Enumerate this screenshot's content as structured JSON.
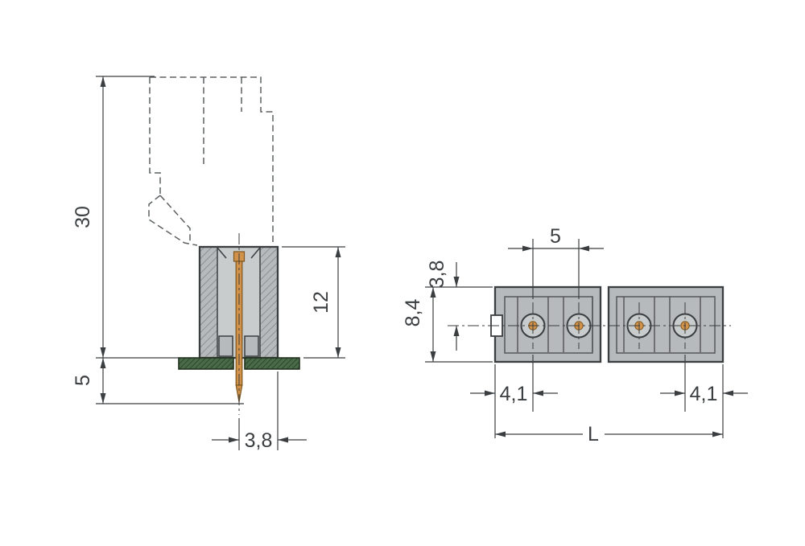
{
  "colors": {
    "line": "#3b3e40",
    "dim": "#3b3e40",
    "phantom": "#5c6062",
    "body-fill": "#b7babc",
    "body-inner": "#c9cccd",
    "hatch-line": "#7b7f82",
    "pcb-green": "#4a6b48",
    "pcb-hatch": "#263e27",
    "pcb-edge": "#243321",
    "pin-copper": "#d2924a",
    "pin-outline": "#7e571f"
  },
  "side_view": {
    "dim_total_height": "30",
    "dim_tail_below_board": "5",
    "dim_body_height": "12",
    "dim_pin_to_edge": "3,8"
  },
  "front_view": {
    "dim_pitch": "5",
    "dim_top_to_pin_center": "3,8",
    "dim_overall_height": "8,4",
    "dim_first_pin_offset": "4,1",
    "dim_last_pin_offset": "4,1",
    "dim_overall_length": "L"
  }
}
